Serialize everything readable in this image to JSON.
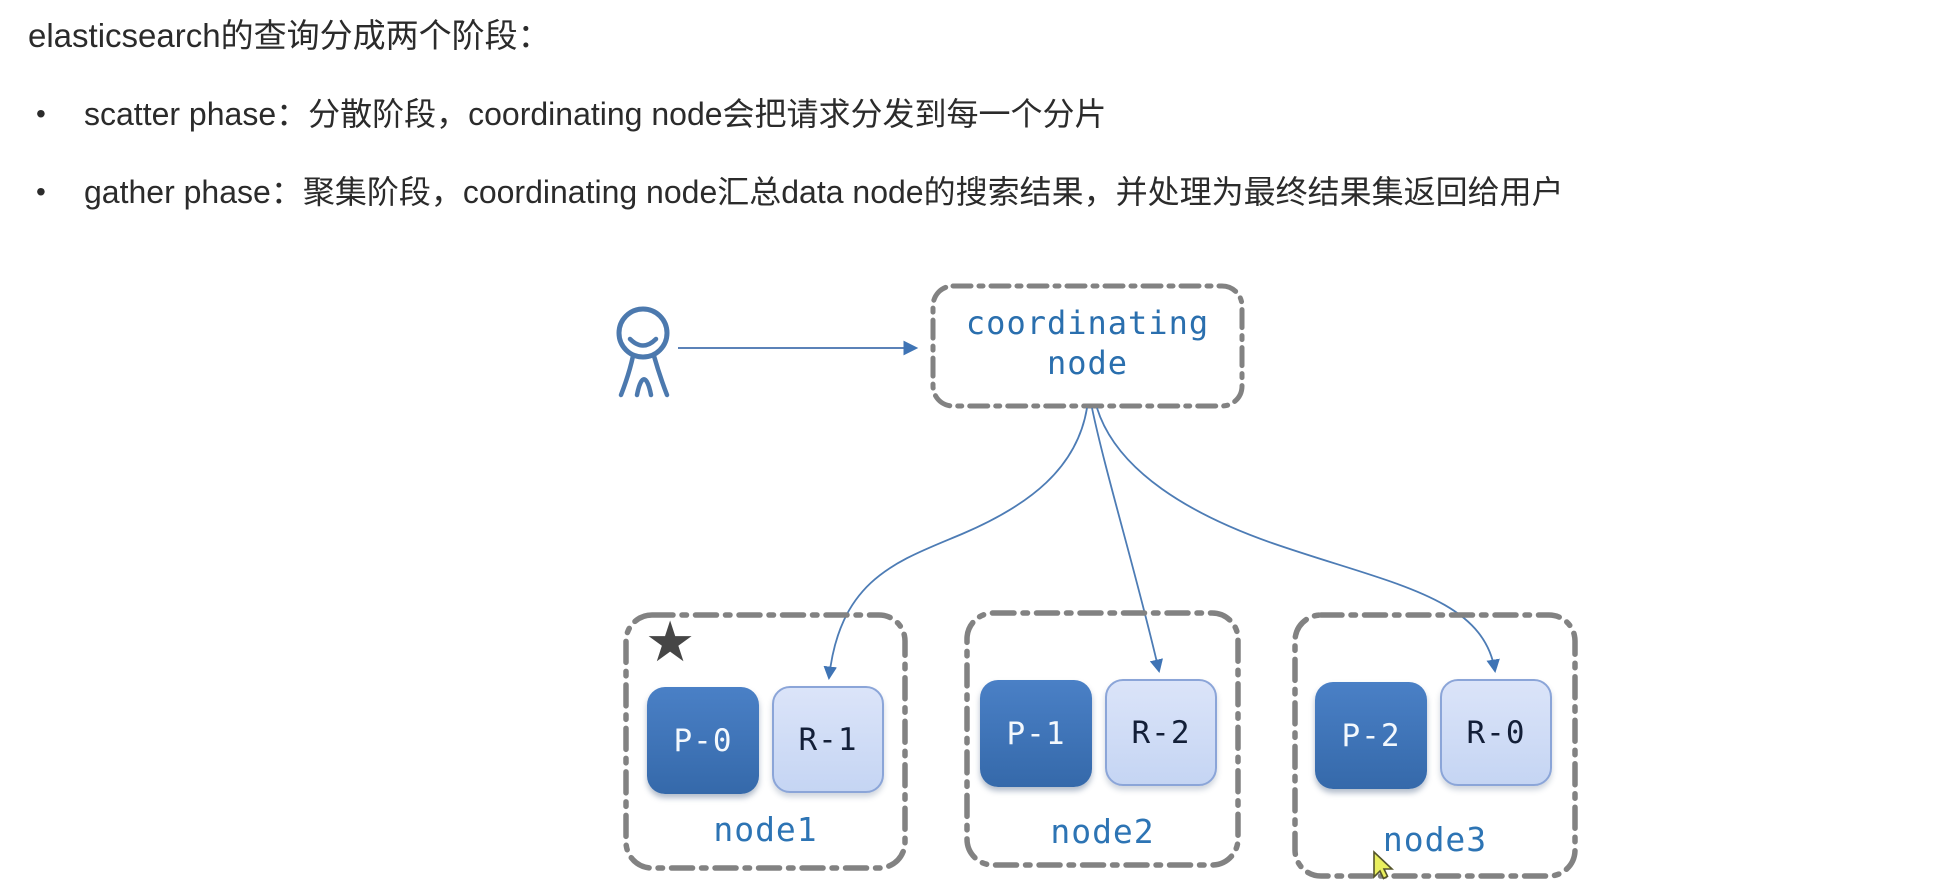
{
  "page": {
    "title": "elasticsearch的查询分成两个阶段：",
    "bullet_glyph": "•",
    "bullets": [
      "scatter phase：分散阶段，coordinating node会把请求分发到每一个分片",
      "gather phase：聚集阶段，coordinating node汇总data node的搜索结果，并处理为最终结果集返回给用户"
    ]
  },
  "diagram": {
    "coordinator": {
      "label_line1": "coordinating",
      "label_line2": "node"
    },
    "master_star": "★",
    "nodes": [
      {
        "name": "node1",
        "primary_shard": "P-0",
        "replica_shard": "R-1",
        "has_master_star": true
      },
      {
        "name": "node2",
        "primary_shard": "P-1",
        "replica_shard": "R-2",
        "has_master_star": false
      },
      {
        "name": "node3",
        "primary_shard": "P-2",
        "replica_shard": "R-0",
        "has_master_star": false
      }
    ],
    "colors": {
      "primary_shard": "#3b72b8",
      "replica_shard": "#cfdcf6",
      "node_label_blue": "#2d74b4",
      "arrow_blue": "#4d7cb5",
      "dashed_border_gray": "#828282",
      "cursor_yellow": "#e9ef5e"
    }
  }
}
